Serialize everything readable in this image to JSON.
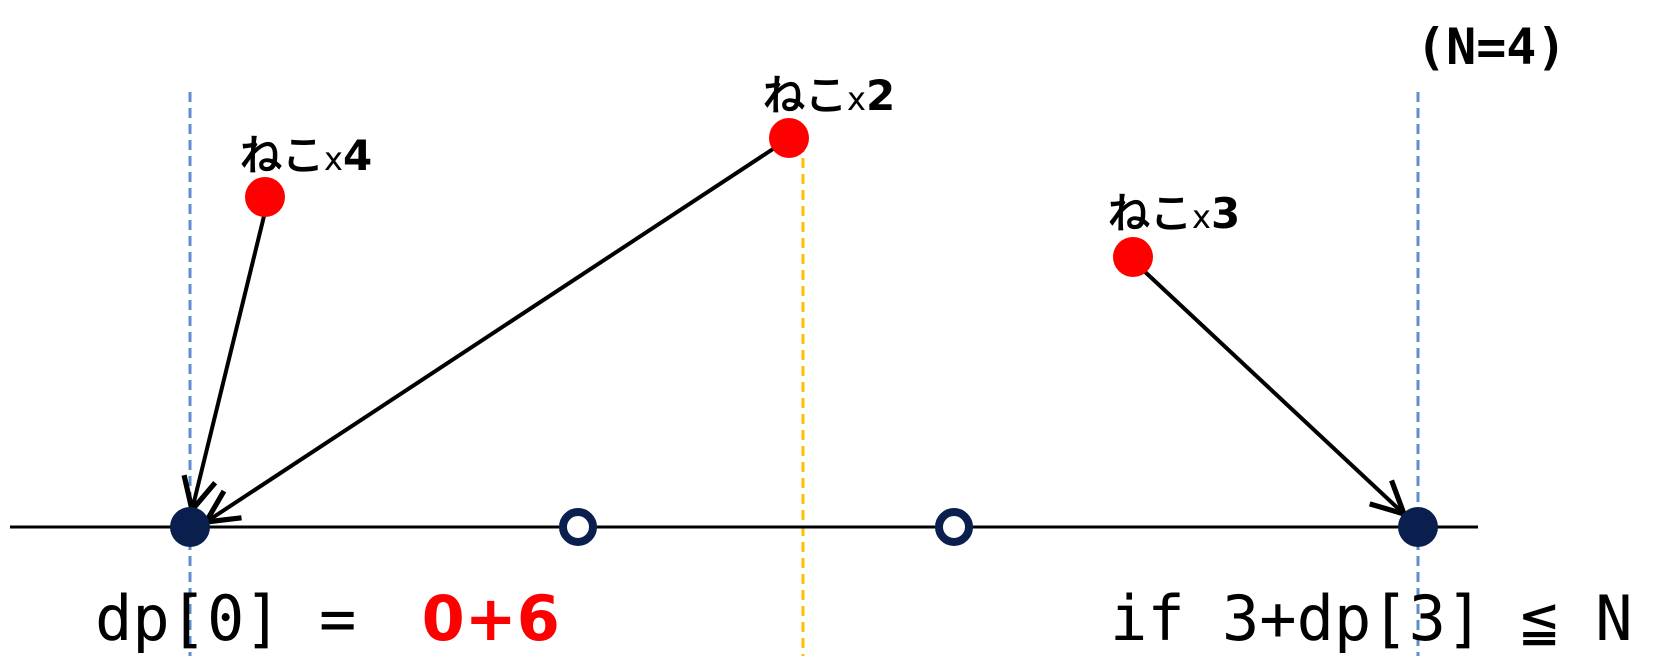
{
  "n_label": "(N=4)",
  "cats": [
    {
      "prefix": "ねこ",
      "x": "x",
      "count": "4"
    },
    {
      "prefix": "ねこ",
      "x": "x",
      "count": "2"
    },
    {
      "prefix": "ねこ",
      "x": "x",
      "count": "3"
    }
  ],
  "formula_left": "dp[0] = ",
  "formula_left_value": "0+6",
  "formula_right": "if 3+dp[3] ≦ N",
  "colors": {
    "cat_dot": "#ff0000",
    "node": "#0a1f4d",
    "red_text": "#ff0000",
    "blue_guide": "#5b8fc9",
    "yellow_guide": "#ffc000",
    "line": "#000000"
  }
}
